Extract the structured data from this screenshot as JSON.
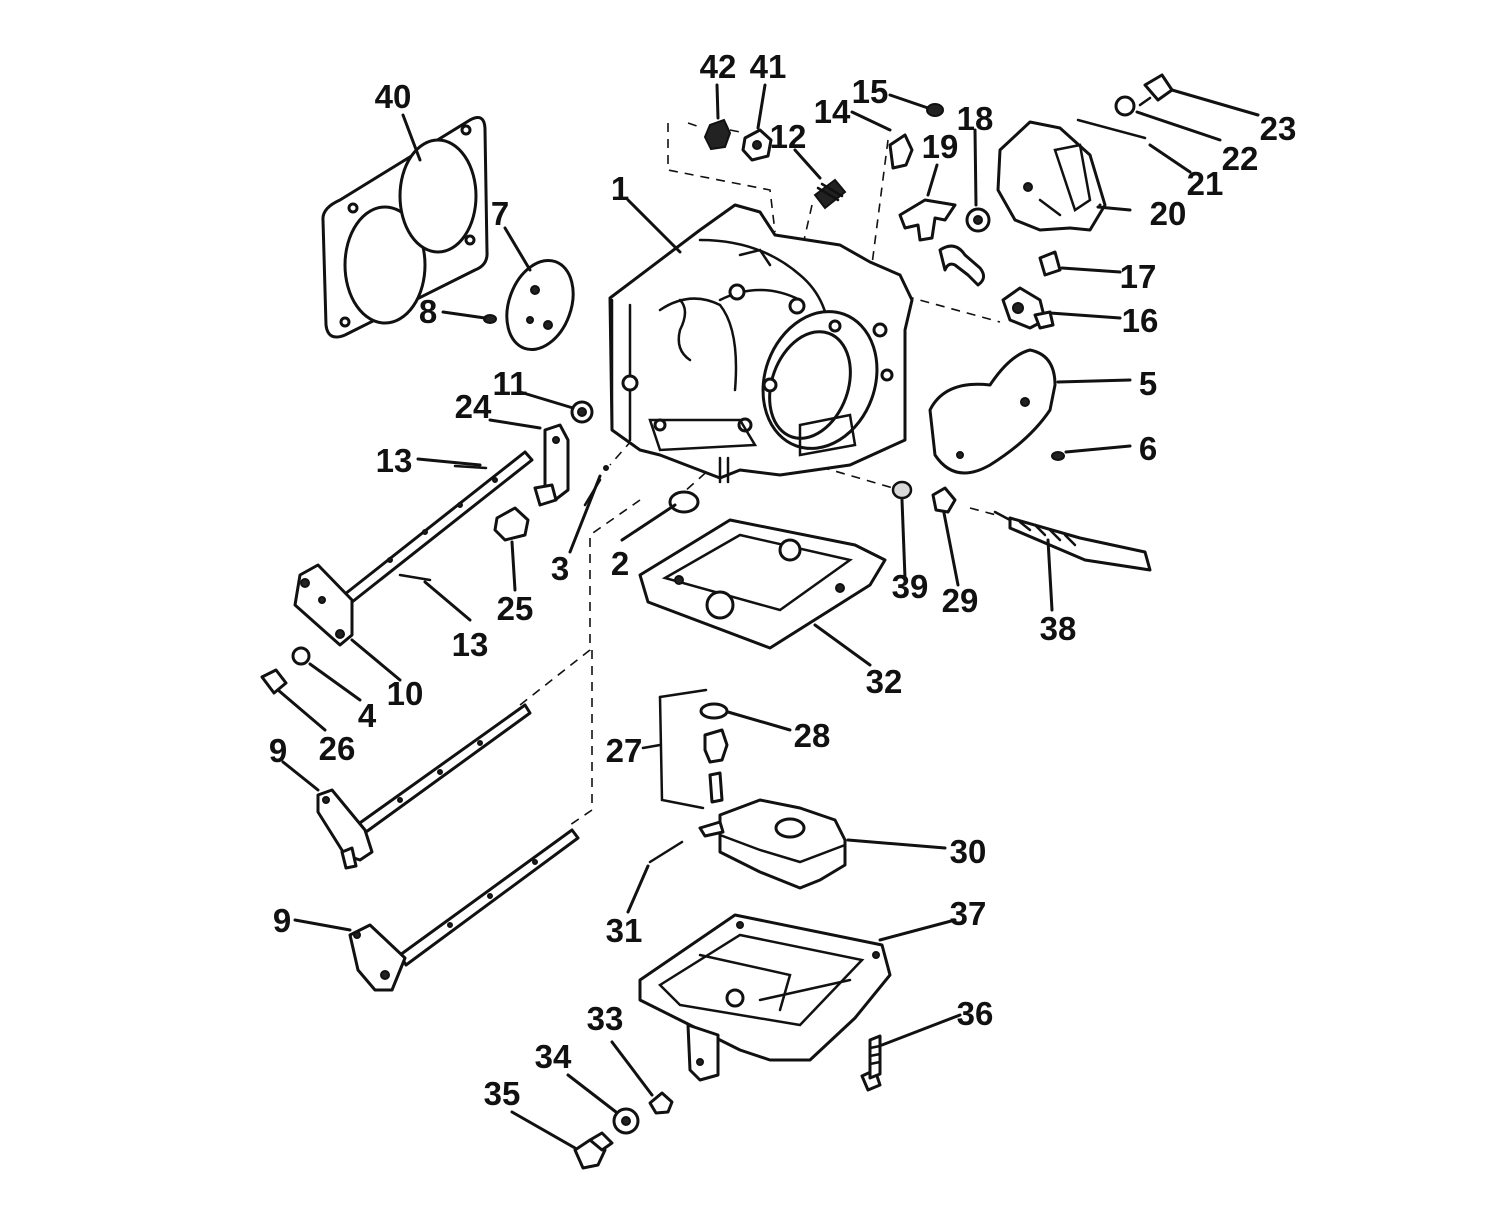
{
  "labels": [
    "1",
    "2",
    "3",
    "4",
    "5",
    "6",
    "7",
    "8",
    "9",
    "9",
    "10",
    "11",
    "12",
    "13",
    "13",
    "14",
    "15",
    "16",
    "17",
    "18",
    "19",
    "20",
    "21",
    "22",
    "23",
    "24",
    "25",
    "26",
    "27",
    "28",
    "29",
    "30",
    "31",
    "32",
    "33",
    "34",
    "35",
    "36",
    "37",
    "38",
    "39",
    "40",
    "41",
    "42"
  ]
}
